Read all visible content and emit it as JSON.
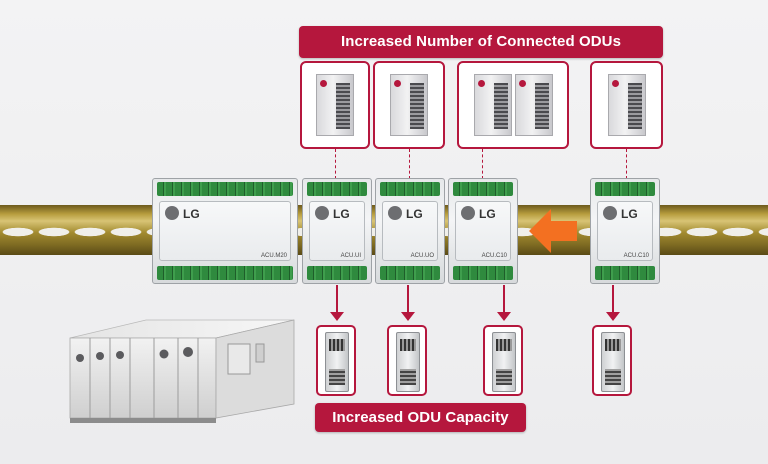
{
  "banners": {
    "top": "Increased Number of Connected ODUs",
    "bottom": "Increased ODU Capacity"
  },
  "controllers": [
    {
      "brand": "LG",
      "model": "ACU.M20"
    },
    {
      "brand": "LG",
      "model": "ACU.UI"
    },
    {
      "brand": "LG",
      "model": "ACU.UO"
    },
    {
      "brand": "LG",
      "model": "ACU.C10"
    },
    {
      "brand": "LG",
      "model": "ACU.C10"
    }
  ],
  "colors": {
    "accent": "#b5173d",
    "arrow": "#f37021"
  },
  "icons": [
    "odu-unit-icon",
    "io-module-icon",
    "air-handling-unit-icon",
    "right-to-left-arrow-icon",
    "down-arrow-icon"
  ]
}
